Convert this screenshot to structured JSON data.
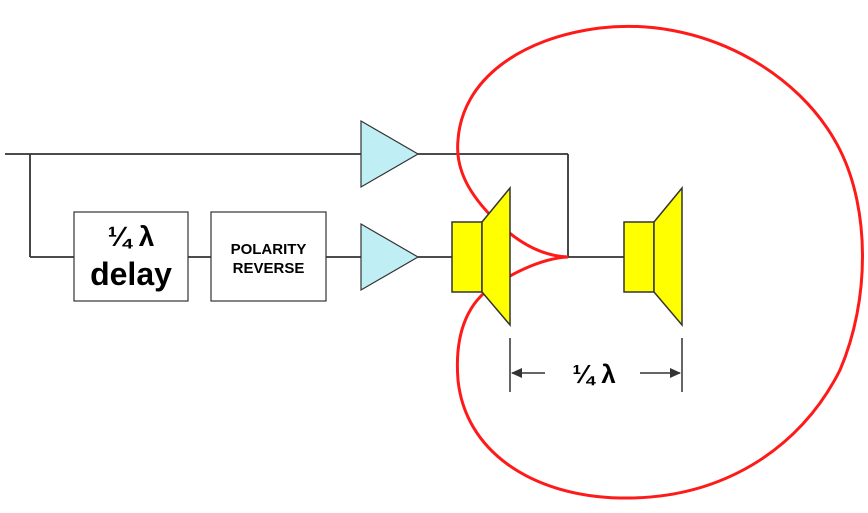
{
  "delay_box": {
    "line1": "¼ λ",
    "line2": "delay"
  },
  "polarity_box": {
    "line1": "POLARITY",
    "line2": "REVERSE"
  },
  "spacing_label": "¼ λ",
  "colors": {
    "amplifier_fill": "#bfeff5",
    "speaker_fill": "#ffff00",
    "polar_pattern_stroke": "#ff1a1a",
    "line": "#333333"
  }
}
